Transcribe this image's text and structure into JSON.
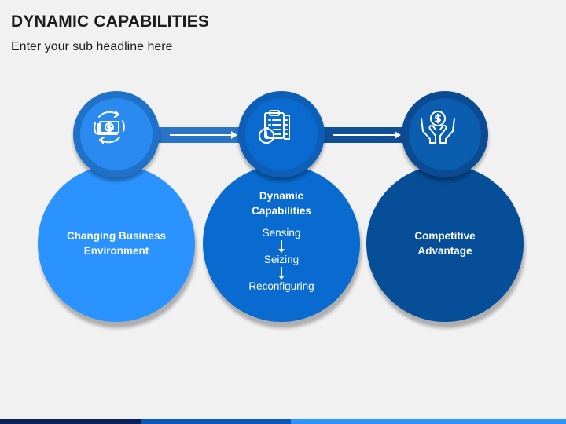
{
  "header": {
    "title": "DYNAMIC CAPABILITIES",
    "subtitle": "Enter your sub headline here"
  },
  "colors": {
    "background": "#f1f1f1",
    "stage_1": "#2b93ff",
    "stage_2": "#096bd0",
    "stage_3": "#064e98"
  },
  "stages": [
    {
      "icon": "money-cycle-icon",
      "label_lines": [
        "Changing Business",
        "Environment"
      ]
    },
    {
      "icon": "clipboard-clock-icon",
      "label_lines": [
        "Dynamic",
        "Capabilities"
      ],
      "steps": [
        "Sensing",
        "Seizing",
        "Reconfiguring"
      ]
    },
    {
      "icon": "hands-dollar-icon",
      "label_lines": [
        "Competitive",
        "Advantage"
      ]
    }
  ]
}
